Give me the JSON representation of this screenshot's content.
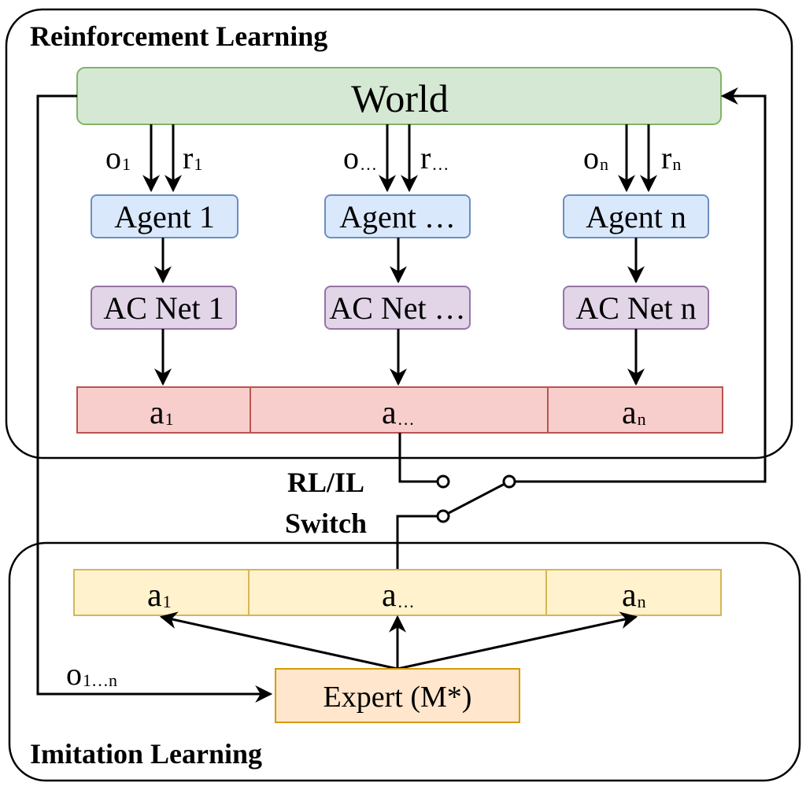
{
  "regions": {
    "rl_title": "Reinforcement Learning",
    "il_title": "Imitation Learning"
  },
  "world": {
    "label": "World"
  },
  "agents": [
    {
      "label": "Agent 1",
      "net": "AC Net 1",
      "obs": "o",
      "obs_sub": "1",
      "rew": "r",
      "rew_sub": "1"
    },
    {
      "label": "Agent …",
      "net": "AC Net …",
      "obs": "o",
      "obs_sub": "…",
      "rew": "r",
      "rew_sub": "…"
    },
    {
      "label": "Agent n",
      "net": "AC Net n",
      "obs": "o",
      "obs_sub": "n",
      "rew": "r",
      "rew_sub": "n"
    }
  ],
  "rl_actions": [
    {
      "main": "a",
      "sub": "1"
    },
    {
      "main": "a",
      "sub": "…"
    },
    {
      "main": "a",
      "sub": "n"
    }
  ],
  "il_actions": [
    {
      "main": "a",
      "sub": "1"
    },
    {
      "main": "a",
      "sub": "…"
    },
    {
      "main": "a",
      "sub": "n"
    }
  ],
  "switch": {
    "line1": "RL/IL",
    "line2": "Switch"
  },
  "expert": {
    "label": "Expert (M*)"
  },
  "expert_input": {
    "main": "o",
    "sub": "1…n"
  },
  "colors": {
    "world_fill": "#d5e8d4",
    "world_stroke": "#82b366",
    "agent_fill": "#dae8fc",
    "agent_stroke": "#6c8ebf",
    "net_fill": "#e1d5e7",
    "net_stroke": "#9673a6",
    "rl_action_fill": "#f8cecc",
    "rl_action_stroke": "#b85450",
    "il_action_fill": "#fff2cc",
    "il_action_stroke": "#d6b656",
    "expert_fill": "#ffe6cc",
    "expert_stroke": "#d79b00"
  }
}
